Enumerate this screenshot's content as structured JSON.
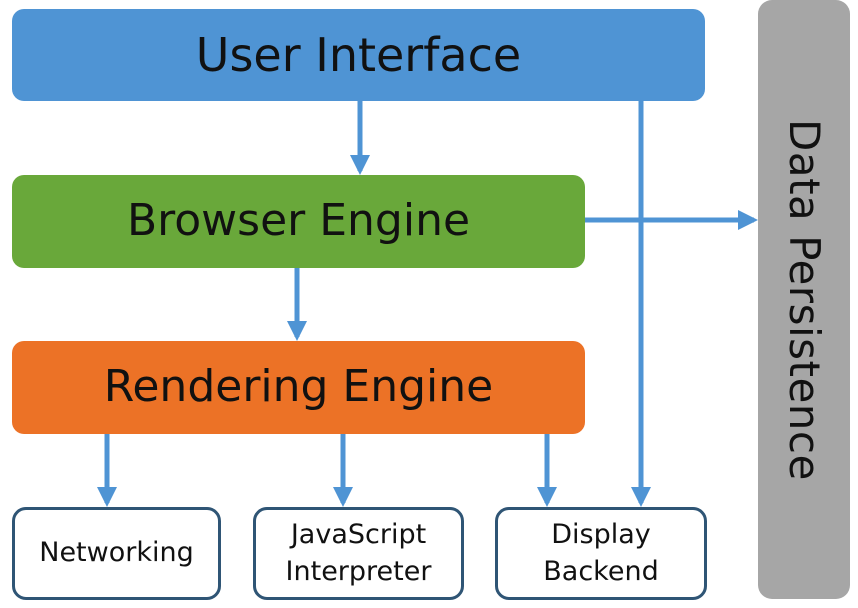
{
  "colors": {
    "user_interface": "#4f94d4",
    "browser_engine": "#69a83a",
    "rendering_engine": "#ec7226",
    "data_persistence": "#a6a6a6",
    "arrow": "#4f94d4",
    "leaf_border": "#2f5575"
  },
  "blocks": {
    "user_interface": "User Interface",
    "browser_engine": "Browser Engine",
    "rendering_engine": "Rendering Engine",
    "data_persistence": "Data Persistence"
  },
  "components": [
    {
      "label": "Networking"
    },
    {
      "label": "JavaScript\nInterpreter"
    },
    {
      "label": "Display\nBackend"
    }
  ]
}
